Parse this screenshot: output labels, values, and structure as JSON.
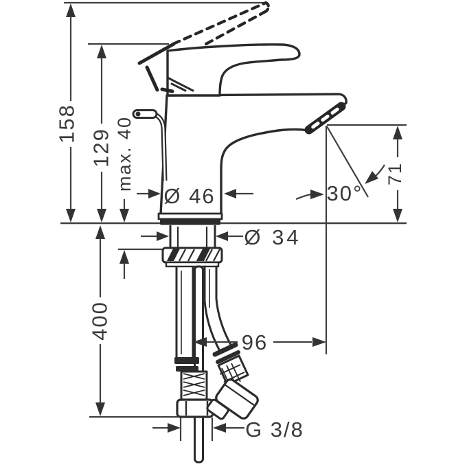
{
  "drawing": {
    "type": "technical-dimension-drawing",
    "subject": "Single-lever basin mixer faucet, side elevation with flexible supply hoses and pull rod",
    "colors": {
      "ink": "#2b2b2b",
      "dimension_lines": "#3f3f3f",
      "background": "#ffffff"
    },
    "labels": {
      "total_height": "158",
      "height_to_lever": "129",
      "max_deck_thickness": "max. 40",
      "body_diameter": "Ø 46",
      "shank_diameter": "Ø 34",
      "outlet_height": "71",
      "outlet_angle": "30°",
      "hose_length": "400",
      "outlet_reach": "96",
      "connection_thread": "G 3/8"
    }
  }
}
